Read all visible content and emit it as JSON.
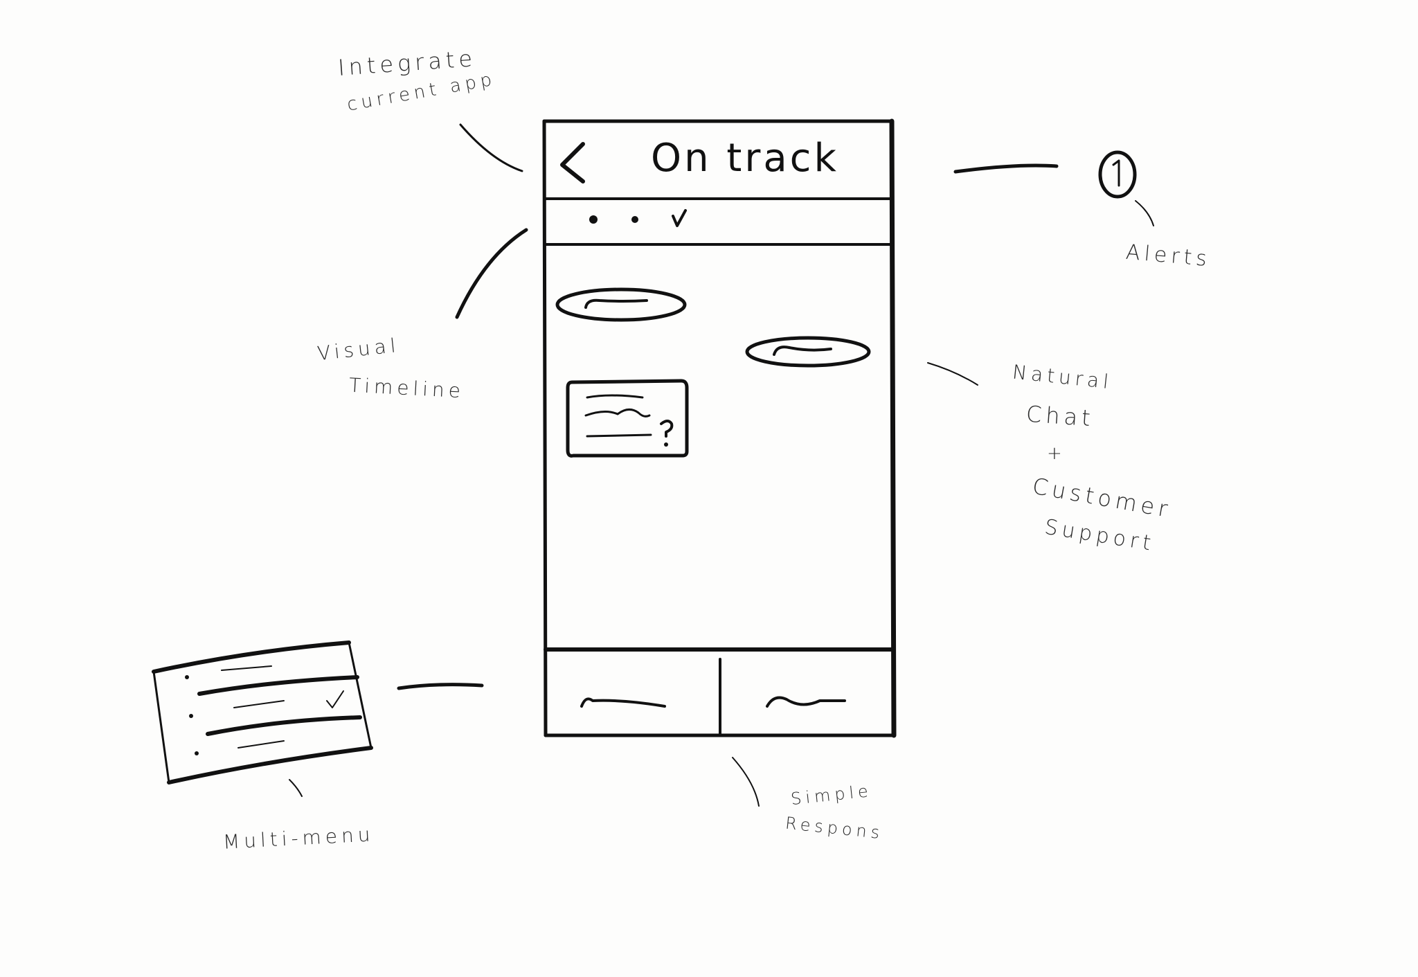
{
  "app": {
    "title": "On track"
  },
  "header": {
    "back_icon": "chevron-left-icon"
  },
  "timeline": {
    "steps": [
      "dot",
      "dot",
      "check"
    ]
  },
  "alerts": {
    "badge_number": "1"
  },
  "annotations": {
    "integrate_line1": "Integrate",
    "integrate_line2": "current app",
    "alerts": "Alerts",
    "visual_line1": "Visual",
    "visual_line2": "Timeline",
    "chat_line1": "Natural",
    "chat_line2": "Chat",
    "chat_line3": "+",
    "chat_line4": "Customer",
    "chat_line5": "Support",
    "multimenu": "Multi-menu",
    "simple_line1": "Simple",
    "simple_line2": "Respons"
  }
}
